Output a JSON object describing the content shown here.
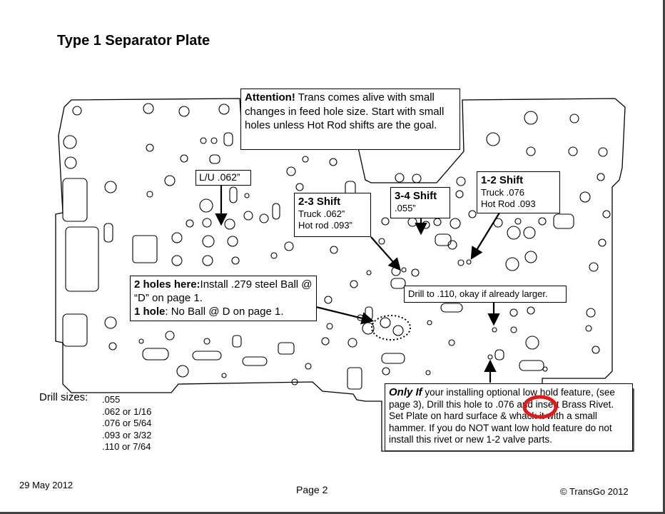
{
  "title": "Type 1 Separator Plate",
  "callouts": {
    "attention": {
      "lead": "Attention!",
      "text": " Trans comes alive with small changes in feed hole size.  Start with small holes unless Hot Rod shifts are the goal."
    },
    "lu": {
      "text": "L/U .062”"
    },
    "shift23": {
      "heading": "2-3 Shift",
      "line1": "Truck .062”",
      "line2": "Hot rod .093”"
    },
    "shift34": {
      "heading": "3-4 Shift",
      "line1": ".055”"
    },
    "shift12": {
      "heading": "1-2  Shift",
      "line1": "Truck .076",
      "line2": "Hot Rod .093"
    },
    "twoholes": {
      "lead": "2 holes here:",
      "text1": "Install .279 steel Ball @ “D” on page 1.",
      "lead2": "1 hole",
      "text2": ": No Ball @ D on page 1."
    },
    "drill110": {
      "text": "Drill to .110, okay if already larger."
    },
    "onlyif": {
      "lead": "Only If",
      "text": " your installing optional low hold feature, (see page 3), Drill this hole to .076 and insert Brass Rivet.  Set Plate on hard surface & whack it with a small hammer. If you do NOT want low hold feature do not install this rivet or new 1-2 valve parts."
    }
  },
  "drill_sizes": {
    "label": "Drill sizes:",
    "items": [
      ".055",
      ".062 or 1/16",
      ".076 or 5/64",
      ".093 or 3/32",
      ".110 or 7/64"
    ]
  },
  "footer": {
    "date": "29 May 2012",
    "page": "Page 2",
    "copyright": "© TransGo 2012"
  },
  "colors": {
    "highlight": "#e0191b",
    "ink": "#000000"
  }
}
